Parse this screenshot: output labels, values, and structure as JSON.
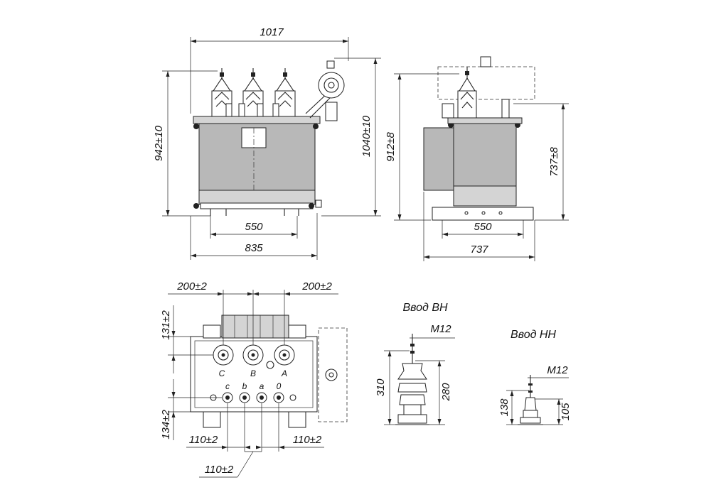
{
  "dimensions": {
    "front_overall_width": "1017",
    "front_height_left": "942±10",
    "front_height_right": "1040±10",
    "front_base_inner": "550",
    "front_base_outer": "835",
    "side_height_left": "912±8",
    "side_height_right": "737±8",
    "side_base_inner": "550",
    "side_base_outer": "737",
    "top_spacing_left": "200±2",
    "top_spacing_right": "200±2",
    "top_offset_upper": "131±2",
    "top_offset_lower": "134±2",
    "lv_spacing_left": "110±2",
    "lv_spacing_right": "110±2",
    "lv_spacing_bottom": "110±2",
    "hv_bushing_height": "310",
    "hv_bushing_body": "280",
    "hv_thread": "M12",
    "lv_bushing_height": "138",
    "lv_bushing_body": "105",
    "lv_thread": "M12"
  },
  "titles": {
    "hv_bushing": "Ввод ВН",
    "lv_bushing": "Ввод НН"
  },
  "phase_labels": {
    "hv": [
      "C",
      "B",
      "A"
    ],
    "lv": [
      "c",
      "b",
      "a",
      "0"
    ]
  }
}
